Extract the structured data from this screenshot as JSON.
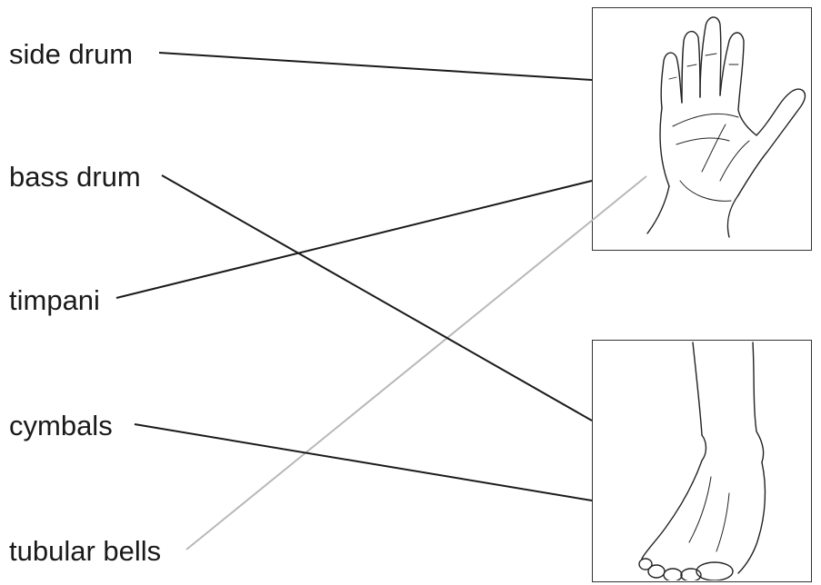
{
  "labels": {
    "side_drum": "side drum",
    "bass_drum": "bass drum",
    "timpani": "timpani",
    "cymbals": "cymbals",
    "tubular_bells": "tubular bells"
  },
  "images": {
    "top": "hand-icon",
    "bottom": "foot-icon"
  },
  "connections": [
    {
      "from": "side drum",
      "to": "hand",
      "style": "dark"
    },
    {
      "from": "bass drum",
      "to": "foot",
      "style": "dark"
    },
    {
      "from": "timpani",
      "to": "hand",
      "style": "dark"
    },
    {
      "from": "cymbals",
      "to": "foot",
      "style": "dark"
    },
    {
      "from": "tubular bells",
      "to": "hand",
      "style": "light"
    }
  ],
  "colors": {
    "line_dark": "#1a1a1a",
    "line_light": "#b8b8b8",
    "box_border": "#333333"
  }
}
